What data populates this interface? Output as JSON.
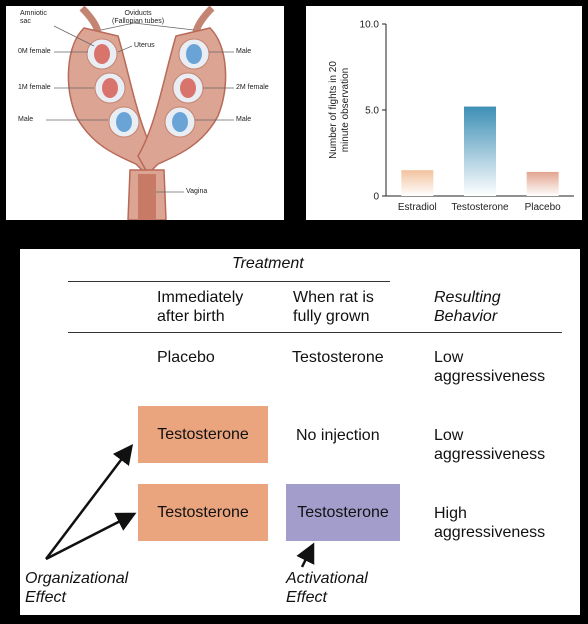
{
  "uterus": {
    "labels": {
      "amniotic_sac": "Amniotic\nsac",
      "oviducts": "Oviducts\n(Fallopian tubes)",
      "uterus": "Uterus",
      "left_0m": "0M female",
      "left_1m": "1M female",
      "left_male": "Male",
      "right_male_top": "Male",
      "right_2m": "2M female",
      "right_male_bottom": "Male",
      "vagina": "Vagina"
    },
    "colors": {
      "tissue": "#d9a08f",
      "tissue_dark": "#b86a58",
      "sac": "#e9eef5",
      "female_fetus": "#d9746d",
      "male_fetus": "#6aa4d6"
    }
  },
  "chart_data": {
    "type": "bar",
    "categories": [
      "Estradiol",
      "Testosterone",
      "Placebo"
    ],
    "values": [
      1.5,
      5.2,
      1.4
    ],
    "ylabel": "Number of fights in 20\nminute observation",
    "ylim": [
      0,
      10
    ],
    "yticks": [
      "0",
      "5.0",
      "10.0"
    ],
    "colors": [
      "#f2c29e",
      "#3e8fb6",
      "#e2a58e"
    ]
  },
  "table": {
    "treatment_header": "Treatment",
    "col1_header": "Immediately\nafter birth",
    "col2_header": "When rat is\nfully grown",
    "col3_header": "Resulting\nBehavior",
    "rows": [
      {
        "col1": "Placebo",
        "col2": "Testosterone",
        "col3": "Low\naggressiveness"
      },
      {
        "col1": "Testosterone",
        "col2": "No injection",
        "col3": "Low\naggressiveness"
      },
      {
        "col1": "Testosterone",
        "col2": "Testosterone",
        "col3": "High\naggressiveness"
      }
    ],
    "organizational_label": "Organizational\nEffect",
    "activational_label": "Activational\nEffect",
    "colors": {
      "orange_box": "#eaa57f",
      "purple_box": "#a39dcc"
    }
  }
}
